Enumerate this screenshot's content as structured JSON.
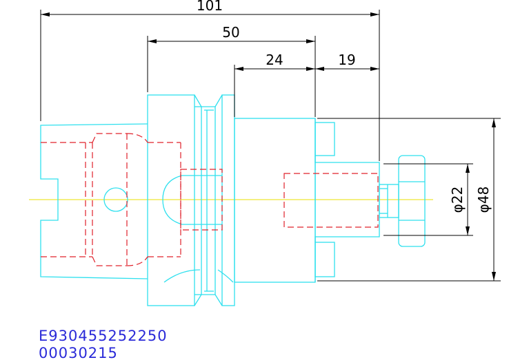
{
  "dimensions": {
    "overall_length": "101",
    "length_50": "50",
    "length_24": "24",
    "length_19": "19",
    "diameter_22": "φ22",
    "diameter_48": "φ48"
  },
  "caption": {
    "part_number": "E930455252250",
    "code": "00030215"
  },
  "colors": {
    "outline": "#2ee0ee",
    "hidden_lines": "#e0202a",
    "centerline": "#e8e000",
    "dimensions": "#000000",
    "caption": "#2a2ad8"
  }
}
